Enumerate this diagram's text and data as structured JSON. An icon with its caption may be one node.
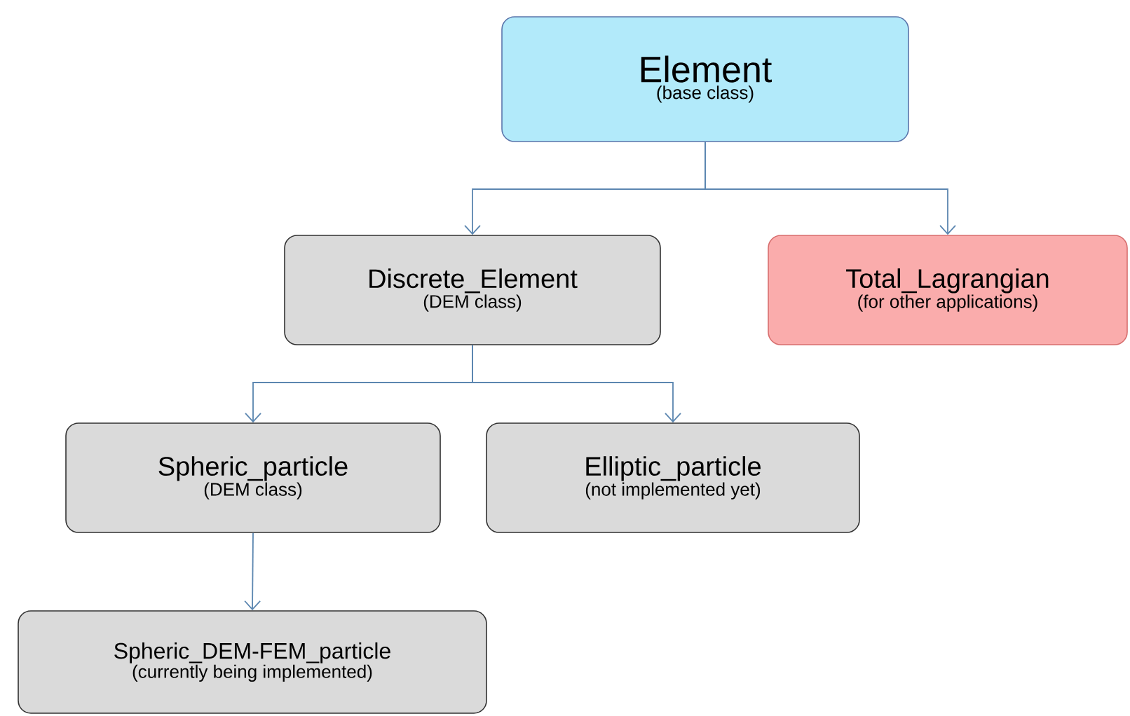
{
  "diagram": {
    "nodes": [
      {
        "text": [
          "Element",
          "(base class)"
        ]
      },
      {
        "text": [
          "Discrete_Element",
          "(DEM class)"
        ]
      },
      {
        "text": [
          "Total_Lagrangian",
          "(for other applications)"
        ]
      },
      {
        "text": [
          "Spheric_particle",
          "(DEM class)"
        ]
      },
      {
        "text": [
          "Elliptic_particle",
          "(not implemented yet)"
        ]
      },
      {
        "text": [
          "Spheric_DEM-FEM_particle",
          "(currently being implemented)"
        ]
      }
    ],
    "edges": [
      {
        "from": 0,
        "to": 1,
        "arrow": "to"
      },
      {
        "from": 0,
        "to": 2,
        "arrow": "to"
      },
      {
        "from": 1,
        "to": 3,
        "arrow": "to"
      },
      {
        "from": 1,
        "to": 4,
        "arrow": "to"
      },
      {
        "from": 3,
        "to": 5,
        "arrow": "to"
      }
    ]
  }
}
